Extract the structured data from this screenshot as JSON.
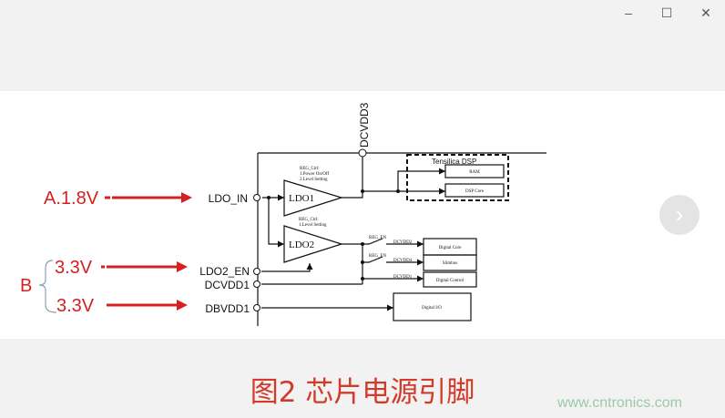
{
  "window": {
    "minimize_icon": "minimize-icon",
    "maximize_icon": "maximize-icon",
    "close_icon": "close-icon"
  },
  "viewer": {
    "next_icon": "chevron-right-icon"
  },
  "annotations": {
    "a": "A.1.8V",
    "b": "B",
    "v1": "3.3V",
    "v2": "3.3V",
    "color": "#d42020"
  },
  "pins": {
    "ldo_in": "LDO_IN",
    "ldo2_en": "LDO2_EN",
    "dcvdd1": "DCVDD1",
    "dbvdd1": "DBVDD1",
    "dcvdd3": "DCVDD3"
  },
  "blocks": {
    "ldo1": "LDO1",
    "ldo2": "LDO2",
    "reg1_title": "REG_Ctrl:",
    "reg1_l1": "1.Power On/Off",
    "reg1_l2": "2.Level Setting",
    "reg2_title": "REG_Ctrl:",
    "reg2_l1": "1.Level Setting",
    "dsp": "Tensilica DSP",
    "ram": "RAM",
    "dsp_core": "DSP Core",
    "reg_en1": "REG_EN",
    "reg_en2": "REG_EN",
    "dcvdd2": "DCVDD2",
    "dcvdd4": "DCVDD4",
    "dcvdd1b": "DCVDD1",
    "digital_core": "Digital Core",
    "slimbus": "Slimbus",
    "digital_control": "Digital Control",
    "digital_io": "Digital I/O"
  },
  "caption": "图2 芯片电源引脚",
  "watermark": "www.cntronics.com"
}
